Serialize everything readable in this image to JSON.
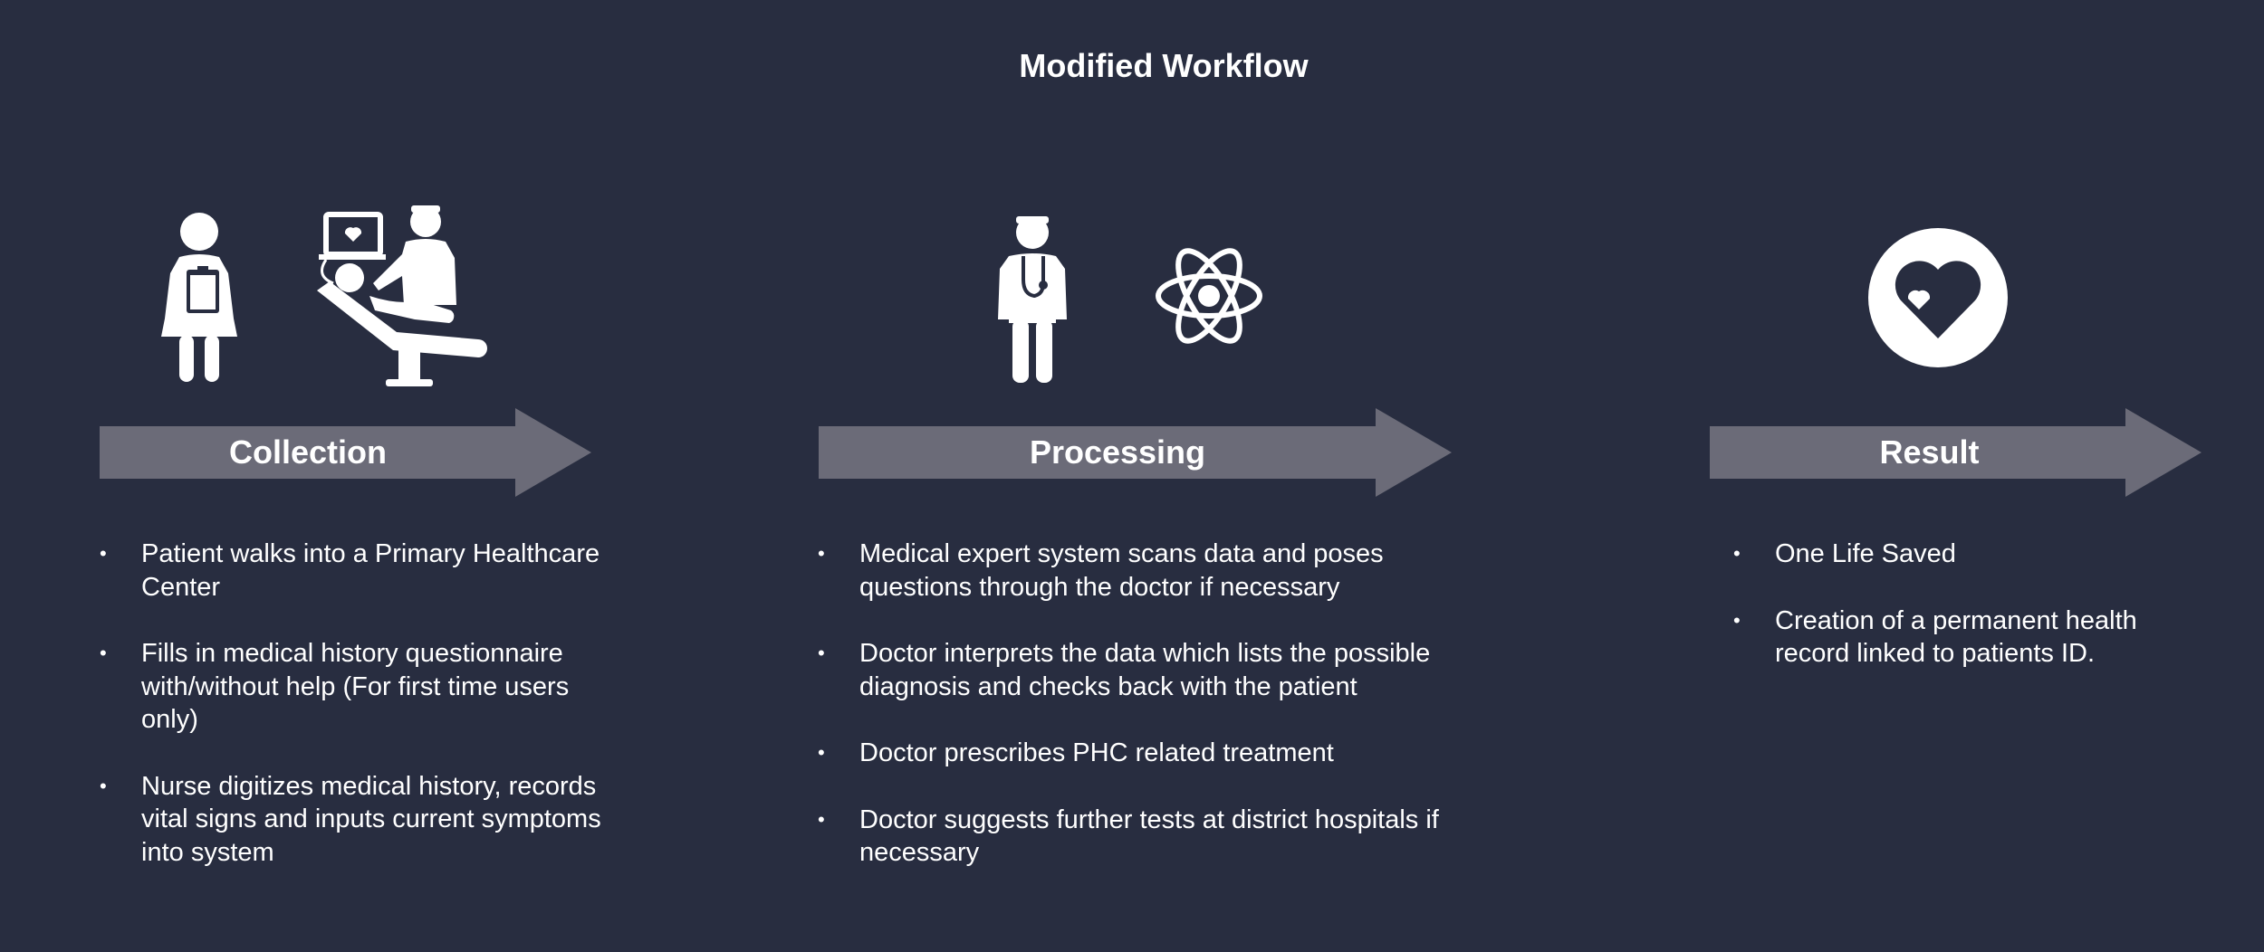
{
  "title": "Modified Workflow",
  "colors": {
    "background": "#282d40",
    "arrow": "#6b6b78",
    "text": "#ffffff"
  },
  "stages": [
    {
      "label": "Collection",
      "icons": [
        "nurse-clipboard-icon",
        "ultrasound-exam-icon"
      ],
      "bullets": [
        "Patient walks into a Primary Healthcare Center",
        "Fills in medical history questionnaire with/without help (For first time users only)",
        "Nurse digitizes medical history, records vital signs and inputs current symptoms into system"
      ]
    },
    {
      "label": "Processing",
      "icons": [
        "doctor-stethoscope-icon",
        "atom-icon"
      ],
      "bullets": [
        "Medical expert system scans data and poses questions through the doctor if necessary",
        "Doctor interprets the data  which lists the possible diagnosis and checks back with the patient",
        "Doctor prescribes PHC related treatment",
        "Doctor suggests further tests at district hospitals if necessary"
      ]
    },
    {
      "label": "Result",
      "icons": [
        "heart-circle-icon"
      ],
      "bullets": [
        "One Life Saved",
        "Creation of a permanent health record linked to patients ID."
      ]
    }
  ]
}
